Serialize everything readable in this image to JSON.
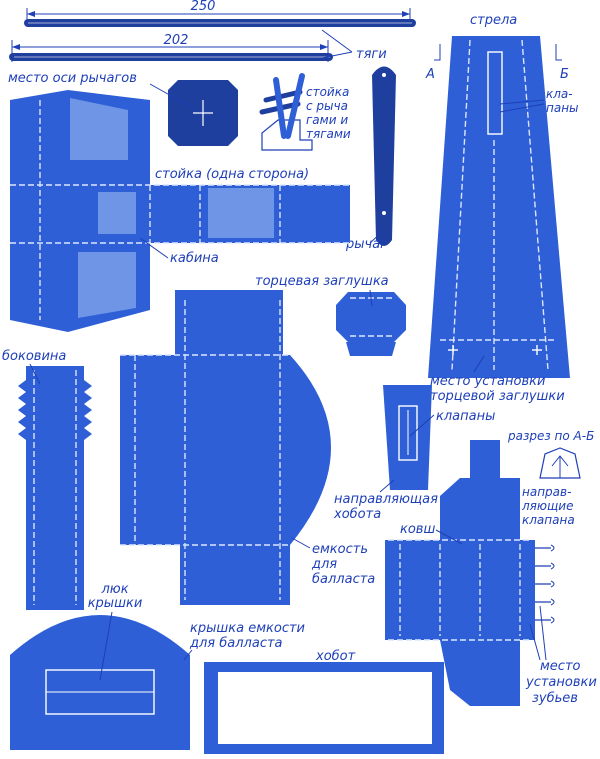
{
  "dimensions": {
    "top_rod": "250",
    "second_rod": "202"
  },
  "colors": {
    "part_blue": "#2e5fd6",
    "dark_blue": "#1f3f9e",
    "light_blue": "#6f95e6",
    "label_blue": "#1e3fb8"
  },
  "labels": {
    "tyagi": "тяги",
    "strela": "стрела",
    "section_a": "А",
    "section_b": "Б",
    "klapany_top_1": "кла-",
    "klapany_top_2": "паны",
    "mesto_osi": "место оси рычагов",
    "stoyka_1": "стойка",
    "stoyka_2": "с рыча",
    "stoyka_3": "гами и",
    "stoyka_4": "тягами",
    "stoyka_odna": "стойка (одна сторона)",
    "kabina": "кабина",
    "rychag": "рычаг",
    "tortsevaya": "торцевая заглушка",
    "bokovina": "боковина",
    "mesto_ustanovki_1": "место установки",
    "mesto_ustanovki_2": "торцевой заглушки",
    "klapany_mid": "клапаны",
    "razrez": "разрез по А-Б",
    "napravl_khob_1": "направляющая",
    "napravl_khob_2": "хобота",
    "napravl_klap_1": "направ-",
    "napravl_klap_2": "ляющие",
    "napravl_klap_3": "клапана",
    "kovsh": "ковш",
    "emkost_1": "емкость",
    "emkost_2": "для",
    "emkost_3": "балласта",
    "lyuk_1": "люк",
    "lyuk_2": "крышки",
    "kryshka_1": "крышка емкости",
    "kryshka_2": "для балласта",
    "khobot": "хобот",
    "zubya_1": "место",
    "zubya_2": "установки",
    "zubya_3": "зубьев"
  }
}
